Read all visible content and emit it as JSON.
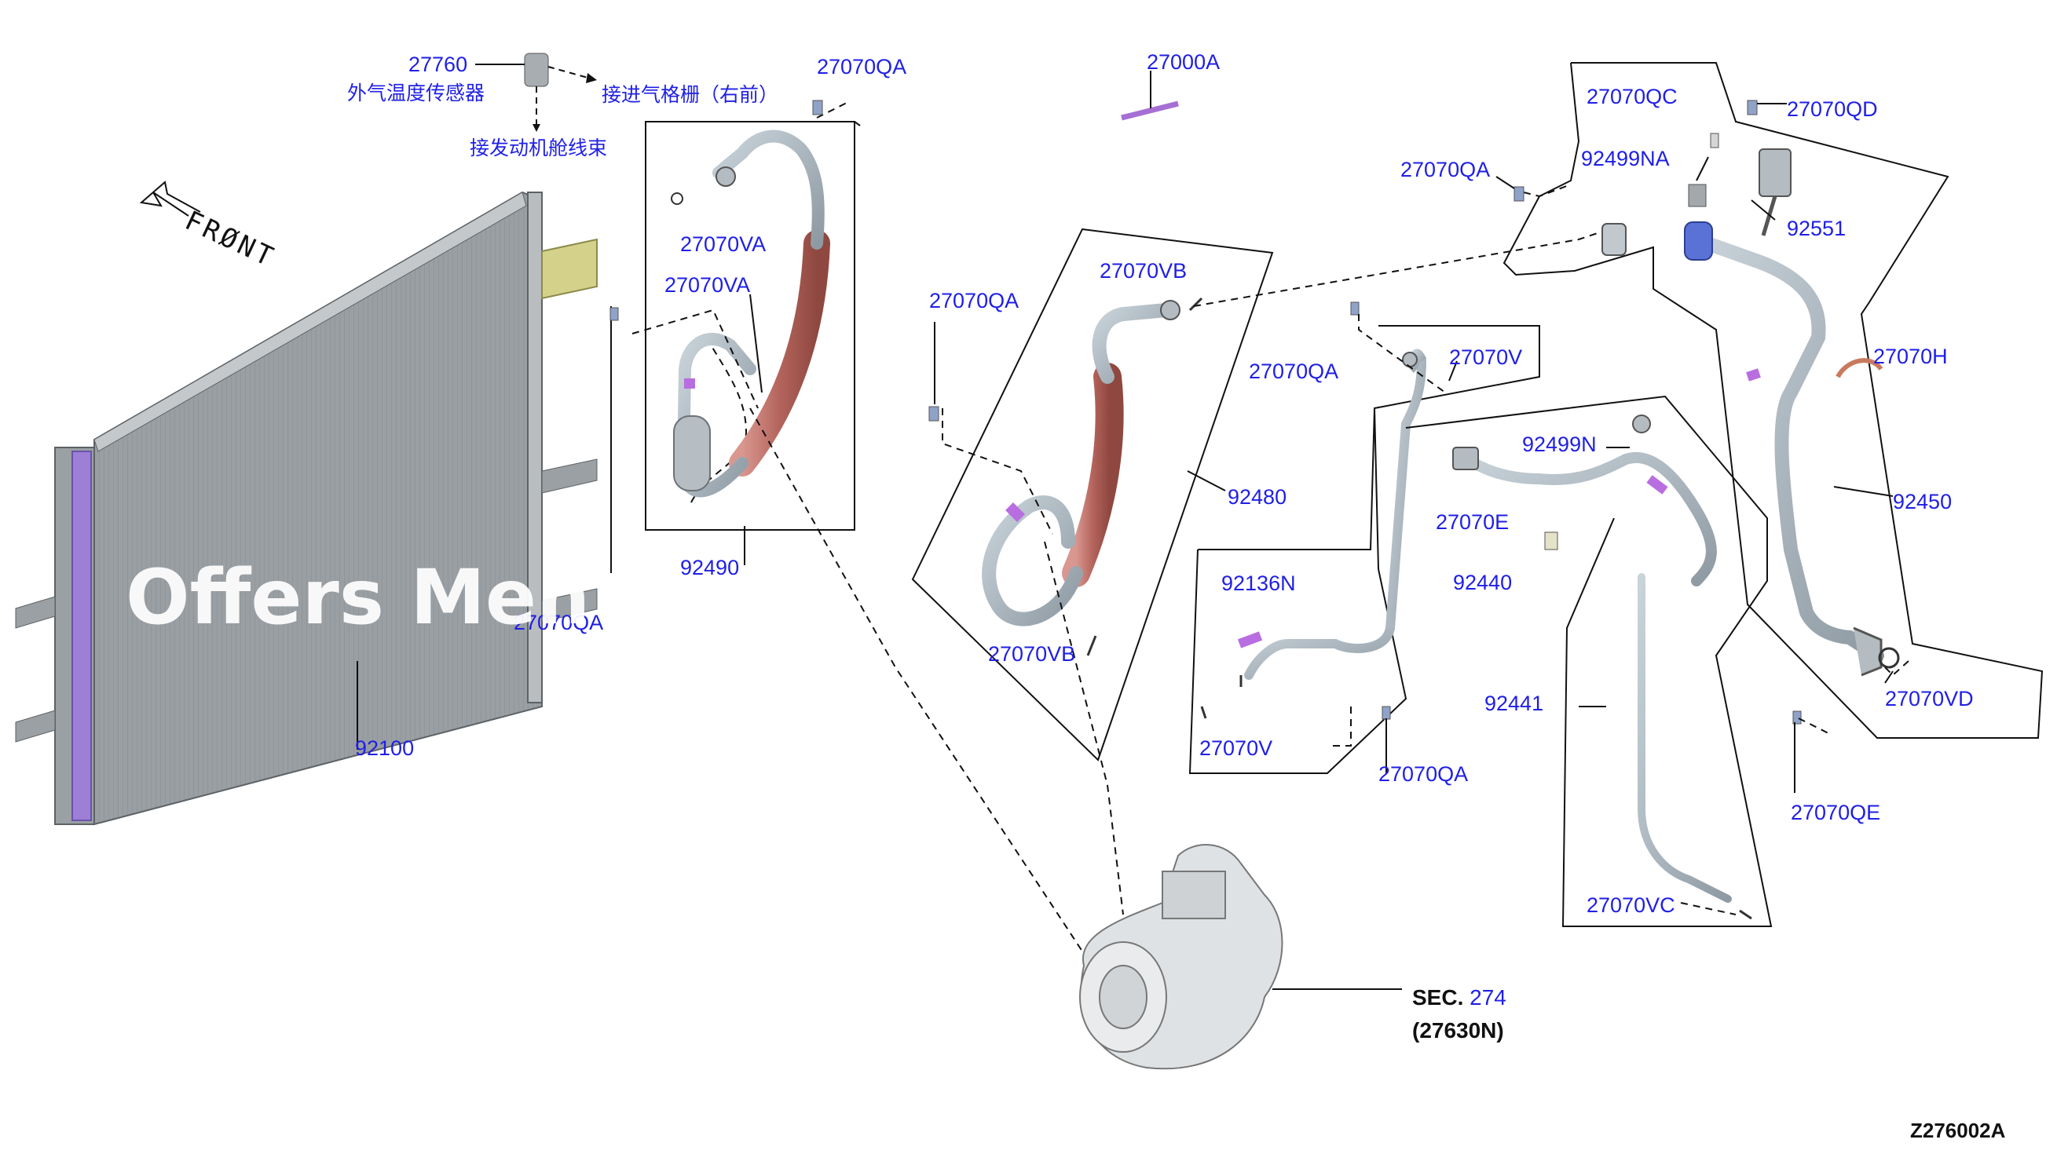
{
  "diagram": {
    "direction_label": "FRØNT",
    "watermark": "Offers Men",
    "figure_code": "Z276002A",
    "section_ref": {
      "key": "SEC.",
      "value": "274",
      "part": "(27630N)"
    },
    "labels": [
      "27760",
      "外气温度传感器",
      "接进气格栅（右前）",
      "接发动机舱线束",
      "27070QA",
      "27000A",
      "27070QC",
      "27070QD",
      "27070QA",
      "92499NA",
      "92551",
      "27070VA",
      "27070VA",
      "27070VB",
      "27070QA",
      "27070QA",
      "27070V",
      "27070H",
      "92499N",
      "92480",
      "92450",
      "92490",
      "27070E",
      "27070QA",
      "92136N",
      "92440",
      "27070VB",
      "92441",
      "27070VD",
      "92100",
      "27070V",
      "27070QA",
      "27070QE",
      "27070VC"
    ]
  }
}
